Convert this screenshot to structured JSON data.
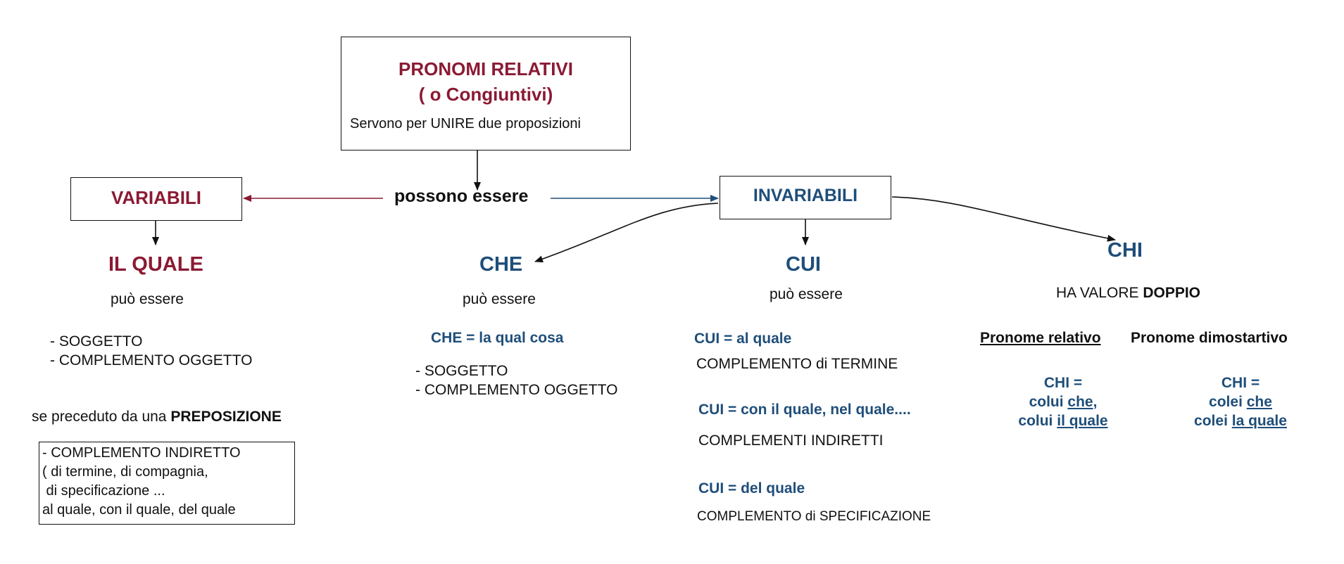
{
  "colors": {
    "red": "#8b1a33",
    "blue": "#1f4e7a",
    "text": "#111111"
  },
  "root": {
    "title_line1": "PRONOMI RELATIVI",
    "title_line2": "( o Congiuntivi)",
    "subtitle": "Servono per UNIRE due proposizioni"
  },
  "connector": "possono essere",
  "variabili": {
    "label": "VARIABILI",
    "pronoun": "IL QUALE",
    "can_be": "può essere",
    "functions": [
      "- SOGGETTO",
      "- COMPLEMENTO OGGETTO"
    ],
    "prep_prefix": "se preceduto da una ",
    "prep_bold": "PREPOSIZIONE",
    "indirect_box": [
      "- COMPLEMENTO INDIRETTO",
      "( di termine, di compagnia,",
      " di specificazione ...",
      "al quale, con il quale, del quale"
    ]
  },
  "invariabili": {
    "label": "INVARIABILI",
    "che": {
      "label": "CHE",
      "can_be": "può essere",
      "equivalence": "CHE = la qual cosa",
      "functions": [
        "- SOGGETTO",
        "- COMPLEMENTO OGGETTO"
      ]
    },
    "cui": {
      "label": "CUI",
      "can_be": "può essere",
      "items": [
        {
          "equivalence": "CUI = al quale",
          "function": "COMPLEMENTO di TERMINE"
        },
        {
          "equivalence": "CUI = con il quale, nel quale....",
          "function": "COMPLEMENTI INDIRETTI"
        },
        {
          "equivalence": "CUI = del quale",
          "function": "COMPLEMENTO di SPECIFICAZIONE"
        }
      ]
    },
    "chi": {
      "label": "CHI",
      "value_prefix": "HA VALORE ",
      "value_bold": "DOPPIO",
      "relative": {
        "heading": "Pronome relativo",
        "line1": "CHI =",
        "line2_prefix": "colui ",
        "line2_u": "che",
        "line2_suffix": ",",
        "line3_prefix": "colui ",
        "line3_u": "il quale"
      },
      "demonstrative": {
        "heading": "Pronome dimostartivo",
        "line1": "CHI =",
        "line2_prefix": "colei ",
        "line2_u": "che",
        "line3_prefix": "colei ",
        "line3_u": "la quale"
      }
    }
  }
}
